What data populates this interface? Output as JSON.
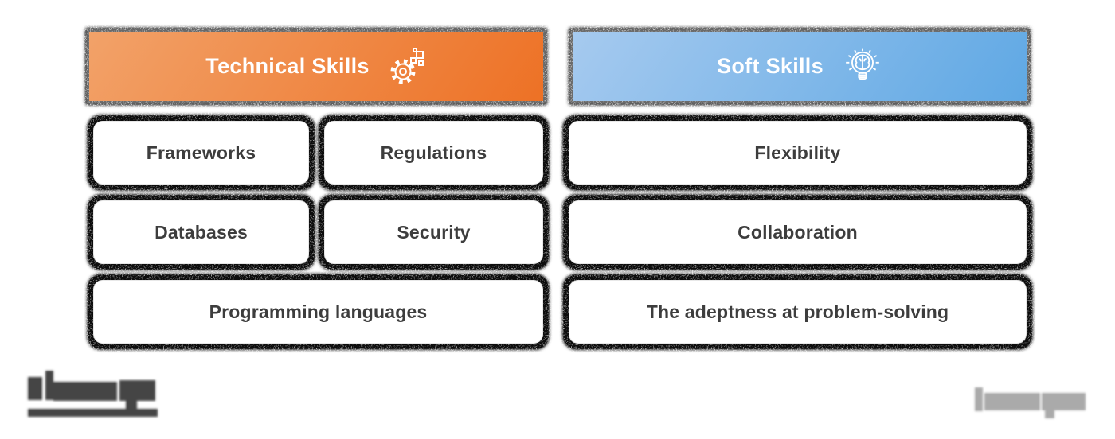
{
  "headers": [
    {
      "label": "Technical Skills",
      "icon": "gear-pixels-icon",
      "gradient_start": "#F2A269",
      "gradient_end": "#ED7125",
      "text_color": "#FFFFFF"
    },
    {
      "label": "Soft Skills",
      "icon": "lightbulb-brain-icon",
      "gradient_start": "#A6CAEF",
      "gradient_end": "#5FA8E4",
      "text_color": "#FFFFFF"
    }
  ],
  "technical_skills": {
    "items": [
      {
        "label": "Frameworks"
      },
      {
        "label": "Regulations"
      },
      {
        "label": "Databases"
      },
      {
        "label": "Security"
      },
      {
        "label": "Programming languages"
      }
    ]
  },
  "soft_skills": {
    "items": [
      {
        "label": "Flexibility"
      },
      {
        "label": "Collaboration"
      },
      {
        "label": "The adeptness at problem-solving"
      }
    ]
  },
  "watermarks": {
    "bottom_left": "illegible blurred wordmark",
    "bottom_right": "illegible blurred wordmark"
  },
  "colors": {
    "box_background": "#FFFFFF",
    "box_text": "#3D3D3D",
    "halo": "#141414",
    "header_halo": "#8F8F8F"
  }
}
